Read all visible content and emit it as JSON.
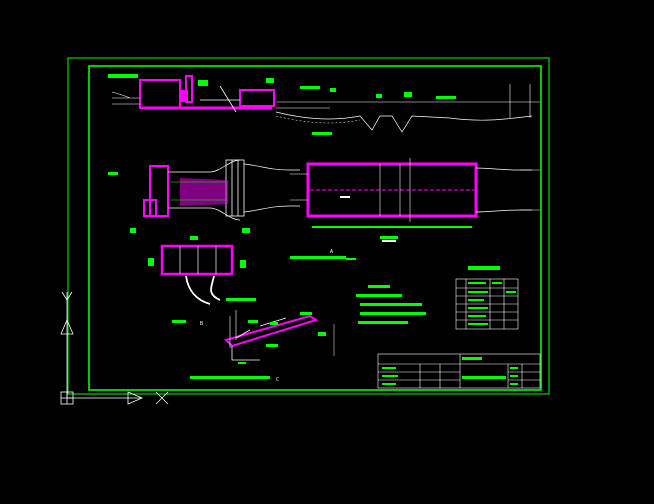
{
  "drawing": {
    "colors": {
      "background": "#000000",
      "frame": "#00ff00",
      "structure": "#ff00ff",
      "line": "#ffffff",
      "dim": "#00ff00",
      "hatch": "#ff00ff"
    },
    "labels": {
      "view_a_mark": "A",
      "view_b_mark": "B",
      "detail_mark": "C",
      "ucs_x": "X",
      "ucs_y": "Y"
    }
  }
}
